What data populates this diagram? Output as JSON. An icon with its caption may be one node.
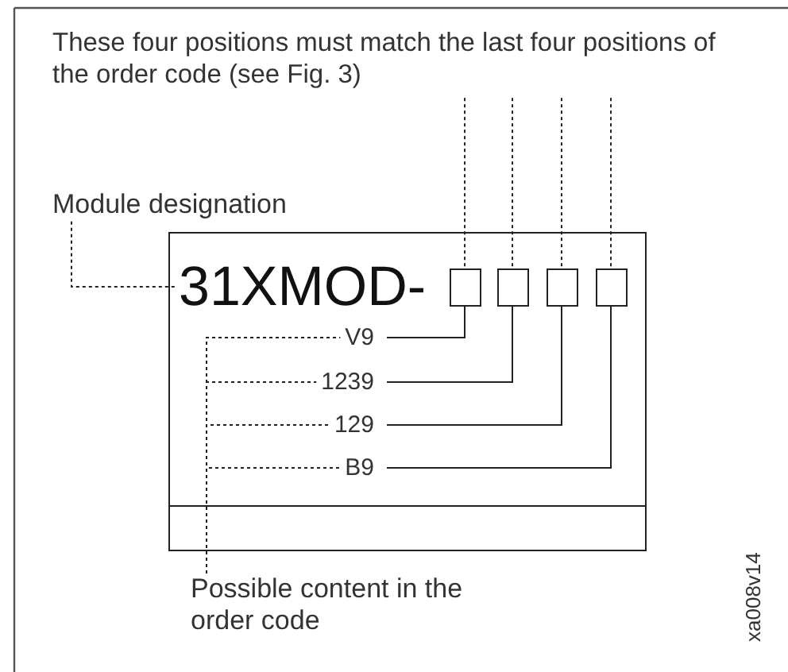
{
  "diagram": {
    "nodes": [
      {
        "text": [
          "These four positions must match the last four positions of the order code (see Fig. 3)"
        ]
      },
      {
        "text": [
          "Module designation"
        ]
      },
      {
        "text": [],
        "shape": "box"
      },
      {
        "text": [
          "31XMOD-"
        ],
        "in": 2
      },
      {
        "text": [],
        "shape": "box",
        "in": 2
      },
      {
        "text": [],
        "shape": "box",
        "in": 2
      },
      {
        "text": [],
        "shape": "box",
        "in": 2
      },
      {
        "text": [],
        "shape": "box",
        "in": 2
      },
      {
        "text": [
          "V9"
        ],
        "in": 2
      },
      {
        "text": [
          "1239"
        ],
        "in": 2
      },
      {
        "text": [
          "129"
        ],
        "in": 2
      },
      {
        "text": [
          "B9"
        ],
        "in": 2
      },
      {
        "text": [
          "Possible content in the order code"
        ]
      }
    ],
    "edges": [
      {
        "from": 0,
        "to": 4,
        "arrow": "none",
        "style": "dashed"
      },
      {
        "from": 0,
        "to": 5,
        "arrow": "none",
        "style": "dashed"
      },
      {
        "from": 0,
        "to": 6,
        "arrow": "none",
        "style": "dashed"
      },
      {
        "from": 0,
        "to": 7,
        "arrow": "none",
        "style": "dashed"
      },
      {
        "from": 1,
        "to": 3,
        "arrow": "none",
        "style": "dashed"
      },
      {
        "from": 8,
        "to": 4,
        "arrow": "none"
      },
      {
        "from": 9,
        "to": 5,
        "arrow": "none"
      },
      {
        "from": 10,
        "to": 6,
        "arrow": "none"
      },
      {
        "from": 11,
        "to": 7,
        "arrow": "none"
      },
      {
        "from": 12,
        "to": 8,
        "arrow": "none",
        "style": "dashed"
      },
      {
        "from": 12,
        "to": 9,
        "arrow": "none",
        "style": "dashed"
      },
      {
        "from": 12,
        "to": 10,
        "arrow": "none",
        "style": "dashed"
      },
      {
        "from": 12,
        "to": 11,
        "arrow": "none",
        "style": "dashed"
      }
    ],
    "labels": [
      "xa008v14"
    ]
  }
}
